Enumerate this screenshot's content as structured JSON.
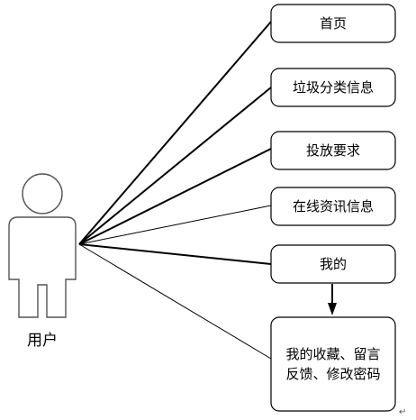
{
  "actor": {
    "label": "用户"
  },
  "nodes": [
    {
      "id": "home",
      "label": "首页"
    },
    {
      "id": "garbage-info",
      "label": "垃圾分类信息"
    },
    {
      "id": "disposal-rules",
      "label": "投放要求"
    },
    {
      "id": "online-info",
      "label": "在线资讯信息"
    },
    {
      "id": "mine",
      "label": "我的"
    },
    {
      "id": "mine-detail",
      "lines": [
        "我的收藏、留言",
        "反馈、修改密码"
      ]
    }
  ],
  "paragraph_mark": "↵"
}
